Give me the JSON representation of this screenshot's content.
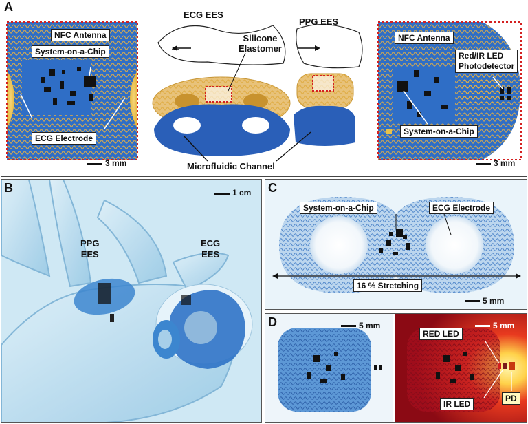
{
  "panels": {
    "a": {
      "letter": "A",
      "left_labels": {
        "nfc": "NFC Antenna",
        "soc": "System-on-a-Chip",
        "electrode": "ECG Electrode"
      },
      "ecg_title": "ECG EES",
      "ppg_title": "PPG EES",
      "silicone": "Silicone\nElastomer",
      "microfluidic": "Microfluidic Channel",
      "right_labels": {
        "nfc": "NFC Antenna",
        "led": "Red/IR LED\nPhotodetector",
        "soc": "System-on-a-Chip"
      },
      "scale_left": "3 mm",
      "scale_right": "3 mm"
    },
    "b": {
      "letter": "B",
      "ppg": "PPG\nEES",
      "ecg": "ECG\nEES",
      "scale": "1 cm"
    },
    "c": {
      "letter": "C",
      "soc": "System-on-a-Chip",
      "electrode": "ECG Electrode",
      "stretch": "16 % Stretching",
      "scale": "5 mm"
    },
    "d": {
      "letter": "D",
      "scale_left": "5 mm",
      "scale_right": "5 mm",
      "red_led": "RED LED",
      "ir_led": "IR LED",
      "pd": "PD"
    }
  },
  "colors": {
    "device_blue": "#2e6fc4",
    "antenna_gold": "#d9a441",
    "dashed_red": "#d42020",
    "red_glow": "#c8102e"
  }
}
